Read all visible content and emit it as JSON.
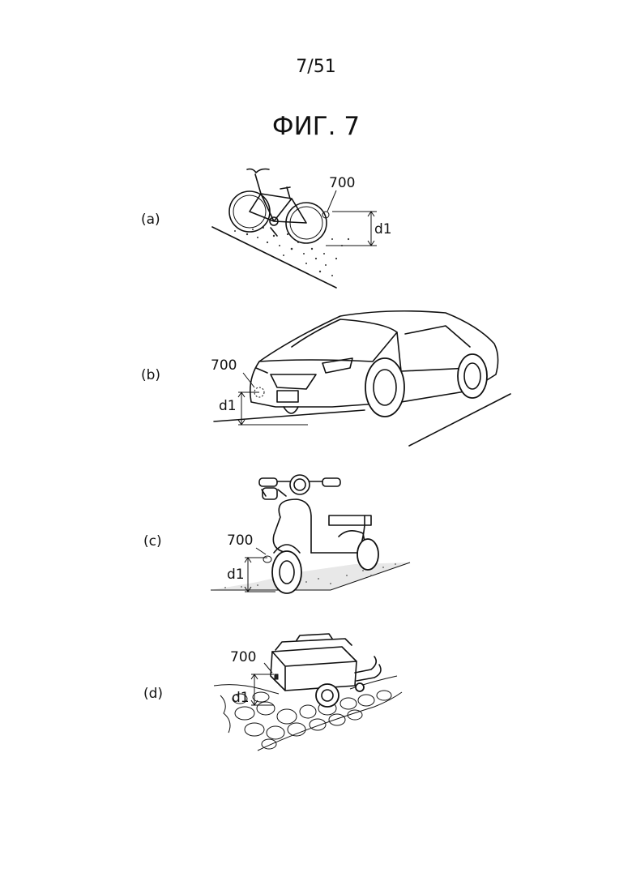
{
  "page_number": "7/51",
  "figure_title": "ФИГ. 7",
  "panels": [
    {
      "label": "(a)",
      "device_ref": "700",
      "dimension": "d1",
      "vehicle": "bicycle-icon"
    },
    {
      "label": "(b)",
      "device_ref": "700",
      "dimension": "d1",
      "vehicle": "car-icon"
    },
    {
      "label": "(c)",
      "device_ref": "700",
      "dimension": "d1",
      "vehicle": "scooter-icon"
    },
    {
      "label": "(d)",
      "device_ref": "700",
      "dimension": "d1",
      "vehicle": "trailer-icon"
    }
  ]
}
